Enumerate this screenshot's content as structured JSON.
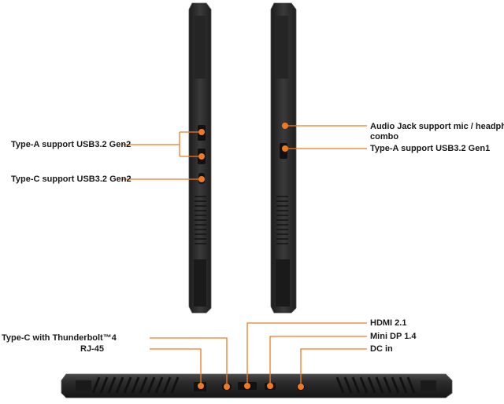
{
  "colors": {
    "accent": "#f07a22",
    "chassis": "#2b2b2b",
    "chassis_edge": "#4a4a4a",
    "text": "#1a1a1a"
  },
  "labels": {
    "left_usb_a": "Type-A support USB3.2 Gen2",
    "left_usb_c": "Type-C support USB3.2 Gen2",
    "right_audio_line1": "Audio Jack support mic / headphone",
    "right_audio_line2": "combo",
    "right_usb_a": "Type-A support USB3.2 Gen1",
    "rear_hdmi": "HDMI 2.1",
    "rear_minidp": "Mini DP 1.4",
    "rear_dc": "DC in",
    "rear_thunderbolt": "Type-C with Thunderbolt™4",
    "rear_rj45": "RJ-45"
  },
  "icons": [
    "usb-port-icon",
    "usb-c-port-icon",
    "audio-jack-icon",
    "ethernet-port-icon",
    "hdmi-port-icon",
    "dc-power-icon",
    "vent-grille-icon"
  ]
}
